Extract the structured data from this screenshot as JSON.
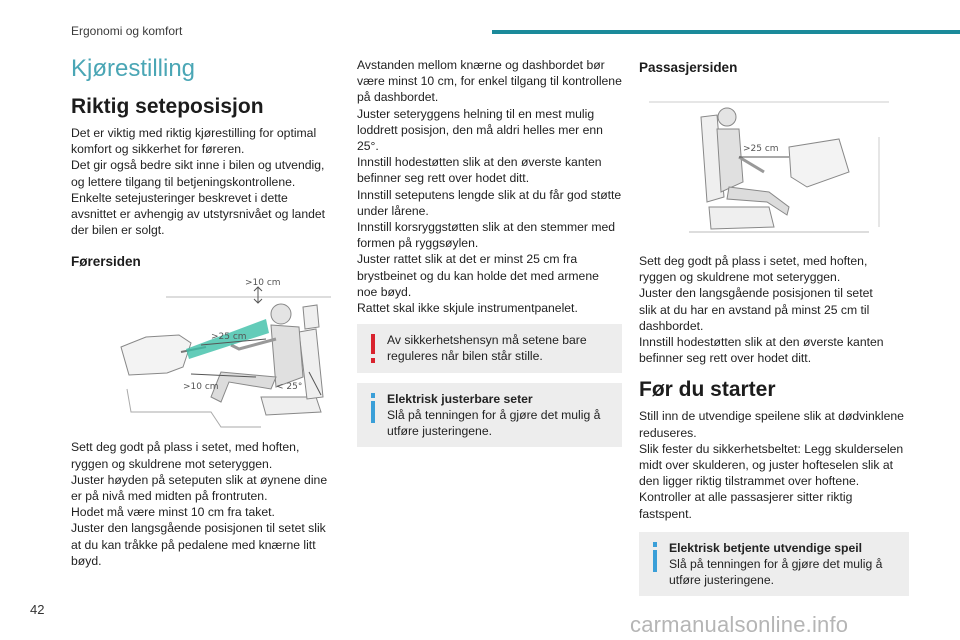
{
  "header": {
    "section": "Ergonomi og komfort",
    "bar_color": "#1b8a9a"
  },
  "page_number": "42",
  "watermark": "carmanualsonline.info",
  "col1": {
    "chapter_title": "Kjørestilling",
    "heading": "Riktig seteposisjon",
    "intro": [
      "Det er viktig med riktig kjørestilling for optimal",
      "komfort og sikkerhet for føreren.",
      "Det gir også bedre sikt inne i bilen og utvendig,",
      "og lettere tilgang til betjeningskontrollene.",
      "Enkelte setejusteringer beskrevet i dette",
      "avsnittet er avhengig av utstyrsnivået og landet",
      "der bilen er solgt."
    ],
    "subheading": "Førersiden",
    "figure_labels": {
      "top": ">10 cm",
      "reach": ">25 cm",
      "knee": ">10 cm",
      "angle": "< 25°"
    },
    "body": [
      "Sett deg godt på plass i setet, med hoften,",
      "ryggen og skuldrene mot seteryggen.",
      "Juster høyden på seteputen slik at øynene dine",
      "er på nivå med midten på frontruten.",
      "Hodet må være minst 10 cm fra taket.",
      "Juster den langsgående posisjonen til setet slik",
      "at du kan tråkke på pedalene med knærne litt",
      "bøyd."
    ]
  },
  "col2": {
    "body": [
      "Avstanden mellom knærne og dashbordet bør",
      "være minst 10 cm, for enkel tilgang til kontrollene",
      "på dashbordet.",
      "Juster seteryggens helning til en mest mulig",
      "loddrett posisjon, den må aldri helles mer enn",
      "25°.",
      "Innstill hodestøtten slik at den øverste kanten",
      "befinner seg rett over hodet ditt.",
      "Innstill seteputens lengde slik at du får god støtte",
      "under lårene.",
      "Innstill korsryggstøtten slik at den stemmer med",
      "formen på ryggsøylen.",
      "Juster rattet slik at det er minst 25 cm fra",
      "brystbeinet og du kan holde det med armene",
      "noe bøyd.",
      "Rattet skal ikke skjule instrumentpanelet."
    ],
    "warning": {
      "lines": [
        "Av sikkerhetshensyn må setene bare",
        "reguleres når bilen står stille."
      ],
      "icon": "warning-exclamation-icon",
      "icon_color": "#d9232e"
    },
    "info": {
      "title": "Elektrisk justerbare seter",
      "lines": [
        "Slå på tenningen for å gjøre det mulig å",
        "utføre justeringene."
      ],
      "icon": "info-icon",
      "icon_color": "#3a9fd8"
    }
  },
  "col3": {
    "subheading": "Passasjersiden",
    "figure_labels": {
      "reach": ">25 cm"
    },
    "body": [
      "Sett deg godt på plass i setet, med hoften,",
      "ryggen og skuldrene mot seteryggen.",
      "Juster den langsgående posisjonen til setet",
      "slik at du har en avstand på minst 25 cm til",
      "dashbordet.",
      "Innstill hodestøtten slik at den øverste kanten",
      "befinner seg rett over hodet ditt."
    ],
    "heading": "Før du starter",
    "body2": [
      "Still inn de utvendige speilene slik at dødvinklene",
      "reduseres.",
      "Slik fester du sikkerhetsbeltet: Legg skulderselen",
      "midt over skulderen, og juster hofteselen slik at",
      "den ligger riktig tilstrammet over hoftene.",
      "Kontroller at alle passasjerer sitter riktig",
      "fastspent."
    ],
    "info": {
      "title": "Elektrisk betjente utvendige speil",
      "lines": [
        "Slå på tenningen for å gjøre det mulig å",
        "utføre justeringene."
      ],
      "icon": "info-icon",
      "icon_color": "#3a9fd8"
    }
  }
}
